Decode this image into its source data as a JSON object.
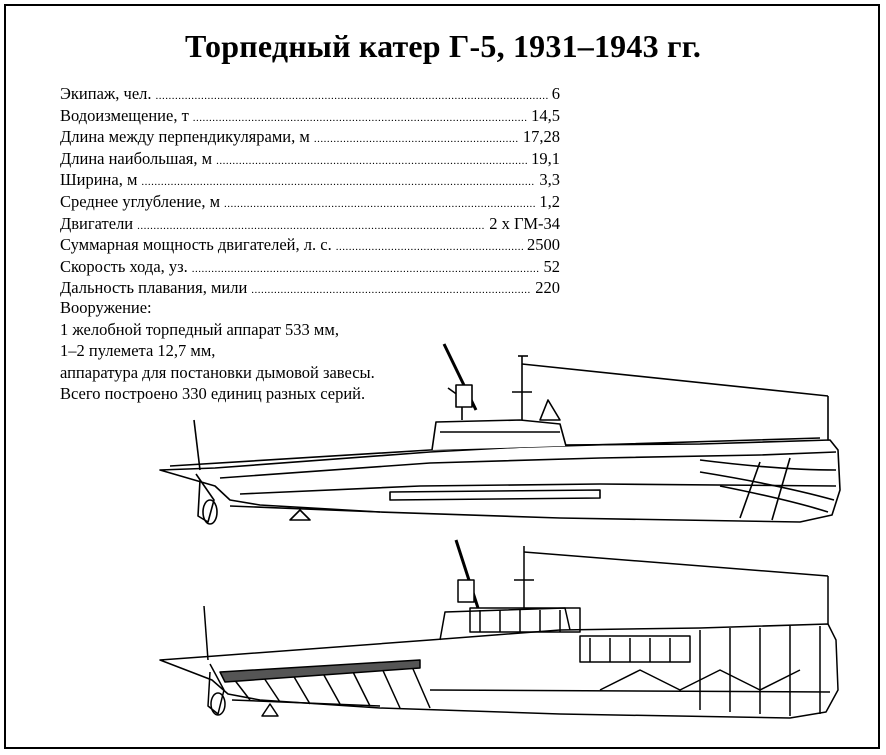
{
  "title": "Торпедный катер Г-5, 1931–1943 гг.",
  "specs": [
    {
      "label": "Экипаж, чел.",
      "value": "6"
    },
    {
      "label": "Водоизмещение, т",
      "value": "14,5"
    },
    {
      "label": "Длина между перпендикулярами, м",
      "value": "17,28"
    },
    {
      "label": "Длина наибольшая, м",
      "value": "19,1"
    },
    {
      "label": "Ширина, м",
      "value": "3,3"
    },
    {
      "label": "Среднее углубление, м",
      "value": "1,2"
    },
    {
      "label": "Двигатели",
      "value": "2 х ГМ-34"
    },
    {
      "label": "Суммарная мощность двигателей, л. с.",
      "value": "2500"
    },
    {
      "label": "Скорость хода, уз.",
      "value": "52"
    },
    {
      "label": "Дальность плавания, мили",
      "value": "220"
    }
  ],
  "armament": {
    "heading": "Вооружение:",
    "lines": [
      "1 желобной торпедный аппарат 533 мм,",
      "1–2 пулемета 12,7 мм,",
      "аппаратура для постановки дымовой завесы.",
      "Всего построено 330 единиц разных серий."
    ]
  }
}
